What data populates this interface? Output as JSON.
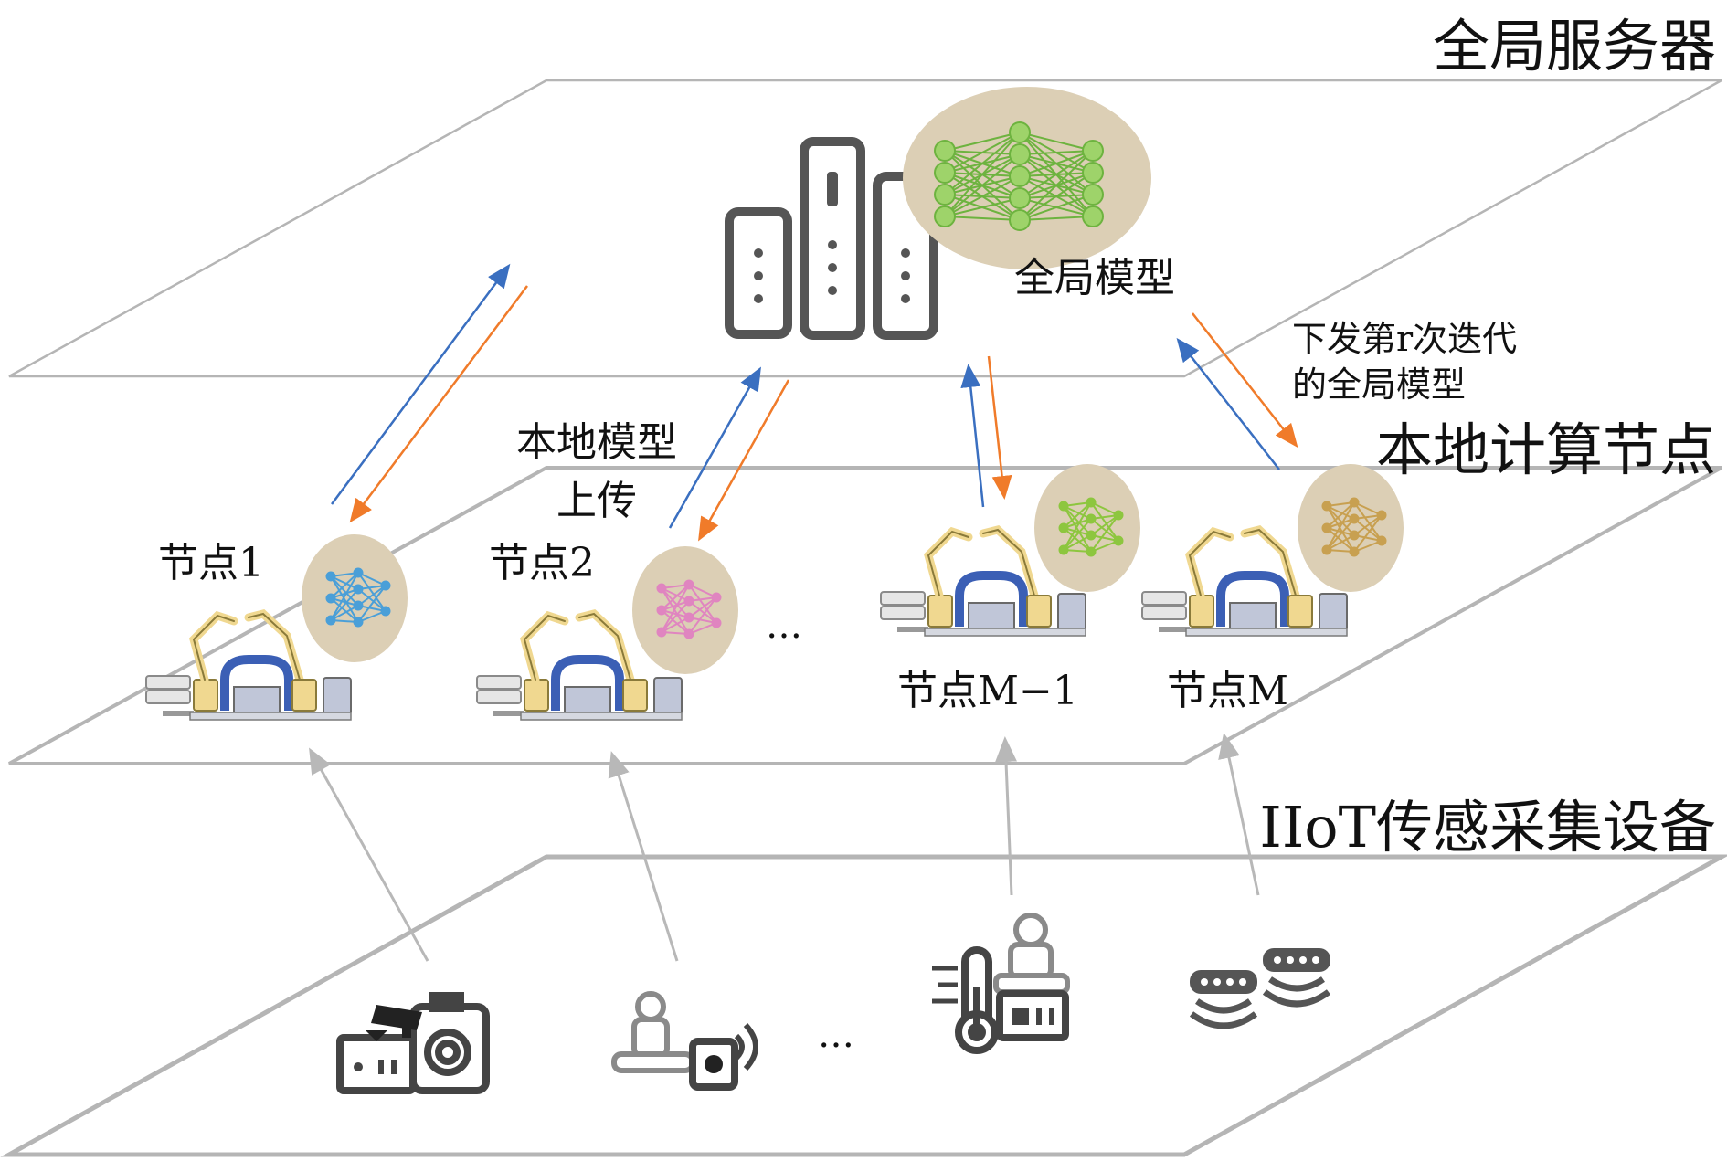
{
  "layers": {
    "global_server": "全局服务器",
    "local_compute": "本地计算节点",
    "iiot_devices": "IIoT传感采集设备"
  },
  "global_model_label": "全局模型",
  "annotations": {
    "upload_line1": "本地模型",
    "upload_line2": "上传",
    "download_line1": "下发第r次迭代",
    "download_line2": "的全局模型"
  },
  "nodes": [
    {
      "label": "节点1",
      "model_color": "#4a9fd8"
    },
    {
      "label": "节点2",
      "model_color": "#e085c0"
    },
    {
      "label": "节点M−1",
      "model_color": "#8dc63f"
    },
    {
      "label": "节点M",
      "model_color": "#c8a050"
    }
  ],
  "ellipsis": "…",
  "colors": {
    "upload_arrow": "#3a6fc0",
    "download_arrow": "#f07b2a",
    "sensor_arrow": "#b8b8b8",
    "plane_edge": "#b5b5b5",
    "model_blob": "#dccfb5",
    "global_net": "#6db33f",
    "server_gray": "#555555",
    "robot_yellow": "#f0d890",
    "robot_blue": "#3b5fb5",
    "device_gray": "#444444"
  },
  "icons": [
    "server-icon",
    "neural-network-icon",
    "robot-arm-icon",
    "camera-icon",
    "sensor-icon",
    "thermometer-icon",
    "wifi-signal-icon"
  ]
}
